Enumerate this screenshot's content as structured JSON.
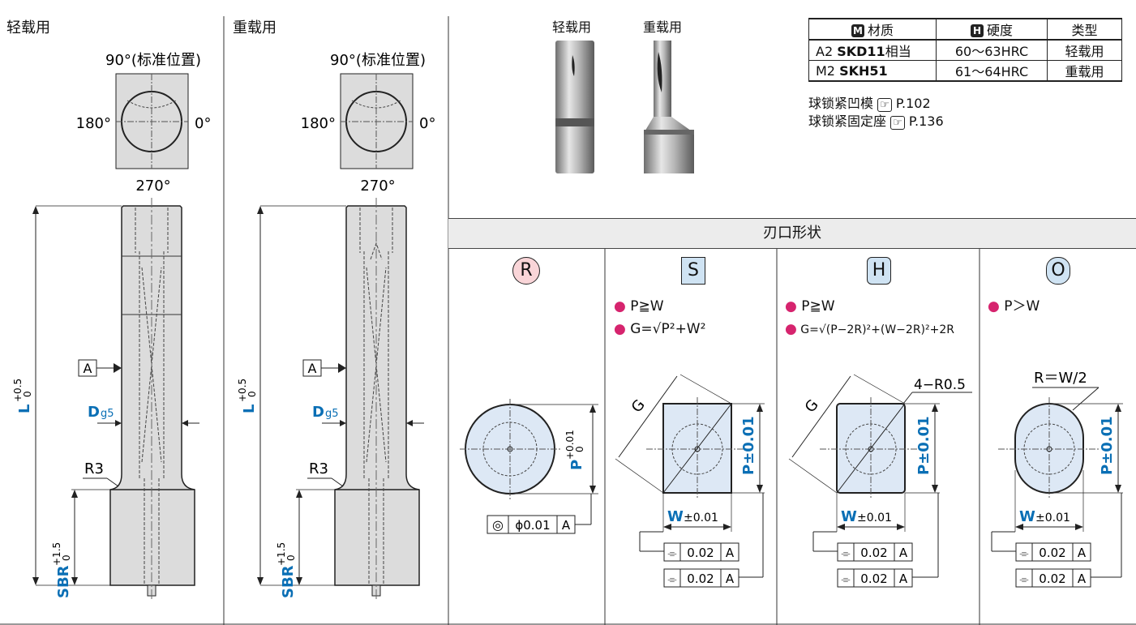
{
  "left_panel": {
    "title": "轻载用",
    "angle_top": "90°(标准位置)",
    "angle_left": "180°",
    "angle_right": "0°",
    "angle_bottom": "270°",
    "datum": "A",
    "dim_d": "D",
    "dim_d_sub": "g5",
    "dim_l": "L",
    "dim_l_tol_upper": "+0.5",
    "dim_l_tol_lower": "0",
    "dim_r": "R3",
    "dim_sbr": "SBR",
    "dim_sbr_tol_upper": "+1.5",
    "dim_sbr_tol_lower": "0"
  },
  "middle_panel": {
    "title": "重载用",
    "angle_top": "90°(标准位置)",
    "angle_left": "180°",
    "angle_right": "0°",
    "angle_bottom": "270°",
    "datum": "A",
    "dim_d": "D",
    "dim_d_sub": "g5",
    "dim_l": "L",
    "dim_l_tol_upper": "+0.5",
    "dim_l_tol_lower": "0",
    "dim_r": "R3",
    "dim_sbr": "SBR",
    "dim_sbr_tol_upper": "+1.5",
    "dim_sbr_tol_lower": "0"
  },
  "photos": {
    "light_label": "轻载用",
    "heavy_label": "重载用"
  },
  "material_table": {
    "headers": [
      "材质",
      "硬度",
      "类型"
    ],
    "header_badges": [
      "M",
      "H"
    ],
    "rows": [
      {
        "grade": "A2",
        "material": "SKD11",
        "suffix": "相当",
        "hardness": "60～63HRC",
        "type": "轻载用"
      },
      {
        "grade": "M2",
        "material": "SKH51",
        "suffix": "",
        "hardness": "61～64HRC",
        "type": "重载用"
      }
    ]
  },
  "references": [
    {
      "name": "球锁紧凹模",
      "page": "P.102"
    },
    {
      "name": "球锁紧固定座",
      "page": "P.136"
    }
  ],
  "shapes_section": {
    "title": "刃口形状",
    "shapes": [
      {
        "code": "R",
        "badge_bg": "#f9d5d8",
        "badge_radius": "circle",
        "notes": [],
        "dim_p": "P",
        "dim_p_tol_upper": "+0.01",
        "dim_p_tol_lower": "0",
        "fcf_symbol": "◎",
        "fcf_value": "ϕ0.01",
        "fcf_datum": "A"
      },
      {
        "code": "S",
        "badge_bg": "#cfe3f3",
        "badge_radius": "square",
        "notes": [
          "P≧W",
          "G=√P²+W²"
        ],
        "dim_g": "G",
        "dim_p": "P±0.01",
        "dim_w": "W",
        "dim_w_tol": "±0.01",
        "fcf_symbol": "⌯",
        "fcf_value": "0.02",
        "fcf_datum": "A"
      },
      {
        "code": "H",
        "badge_bg": "#cfe3f3",
        "badge_radius": "rounded",
        "notes": [
          "P≧W",
          "G=√(P−2R)²+(W−2R)²+2R"
        ],
        "dim_g": "G",
        "dim_corner": "4−R0.5",
        "dim_p": "P±0.01",
        "dim_w": "W",
        "dim_w_tol": "±0.01",
        "fcf_symbol": "⌯",
        "fcf_value": "0.02",
        "fcf_datum": "A"
      },
      {
        "code": "O",
        "badge_bg": "#cfe3f3",
        "badge_radius": "oval",
        "notes": [
          "P＞W"
        ],
        "dim_radius": "R＝W/2",
        "dim_p": "P±0.01",
        "dim_w": "W",
        "dim_w_tol": "±0.01",
        "fcf_symbol": "⌯",
        "fcf_value": "0.02",
        "fcf_datum": "A"
      }
    ]
  },
  "colors": {
    "dimension_blue": "#0a6fb5",
    "note_magenta": "#d6246e",
    "fill_gray": "#dcdcdc",
    "fill_light_blue": "#dde8f5",
    "band_gray": "#ececec"
  }
}
